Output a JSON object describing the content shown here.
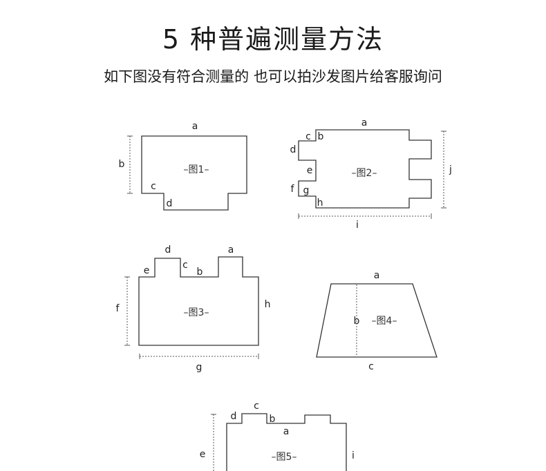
{
  "header": {
    "title": "5 种普遍测量方法",
    "subtitle": "如下图没有符合测量的 也可以拍沙发图片给客服询问"
  },
  "figures": {
    "fig1": {
      "caption": "–图1–",
      "labels": {
        "a": "a",
        "b": "b",
        "c": "c",
        "d": "d"
      }
    },
    "fig2": {
      "caption": "–图2–",
      "labels": {
        "a": "a",
        "b": "b",
        "c": "c",
        "d": "d",
        "e": "e",
        "f": "f",
        "g": "g",
        "h": "h",
        "i": "i",
        "j": "j"
      }
    },
    "fig3": {
      "caption": "–图3–",
      "labels": {
        "a": "a",
        "b": "b",
        "c": "c",
        "d": "d",
        "e": "e",
        "f": "f",
        "g": "g",
        "h": "h"
      }
    },
    "fig4": {
      "caption": "–图4–",
      "labels": {
        "a": "a",
        "b": "b",
        "c": "c"
      }
    },
    "fig5": {
      "caption": "–图5–",
      "labels": {
        "a": "a",
        "b": "b",
        "c": "c",
        "d": "d",
        "e": "e",
        "i": "i"
      }
    }
  }
}
